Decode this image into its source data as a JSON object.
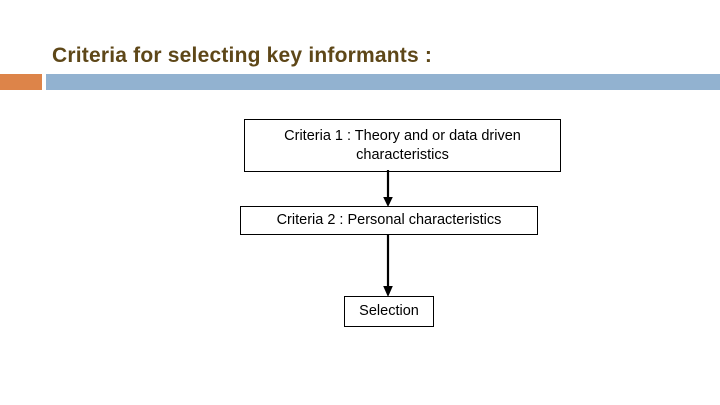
{
  "slide": {
    "title": "Criteria for selecting key informants :",
    "title_color": "#5e4718",
    "background_color": "#ffffff",
    "divider": {
      "accent_color": "#dd8449",
      "rule_color": "#92b2d0"
    }
  },
  "flowchart": {
    "boxes": [
      {
        "id": "criteria-1",
        "label": "Criteria 1 : Theory and or data driven characteristics"
      },
      {
        "id": "criteria-2",
        "label": "Criteria 2 : Personal characteristics"
      },
      {
        "id": "selection",
        "label": "Selection"
      }
    ],
    "connectors": [
      {
        "id": "arrow-1",
        "from": "criteria-1",
        "to": "criteria-2",
        "icon": "down-arrow-icon"
      },
      {
        "id": "arrow-2",
        "from": "criteria-2",
        "to": "selection",
        "icon": "down-arrow-icon"
      }
    ],
    "line_color": "#000000"
  }
}
